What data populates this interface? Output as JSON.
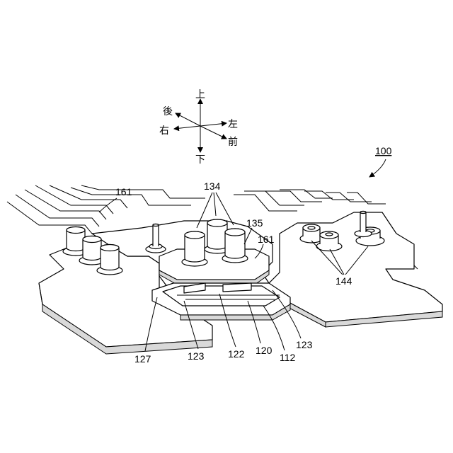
{
  "figure": {
    "assembly_ref": "100",
    "direction_labels": {
      "up": "上",
      "down": "下",
      "rear": "後",
      "front": "前",
      "left": "左",
      "right": "右"
    },
    "reference_labels": {
      "l161a": "161",
      "l134": "134",
      "l135": "135",
      "l161b": "161",
      "l144": "144",
      "l127": "127",
      "l123a": "123",
      "l122": "122",
      "l120": "120",
      "l112": "112",
      "l123b": "123"
    }
  }
}
